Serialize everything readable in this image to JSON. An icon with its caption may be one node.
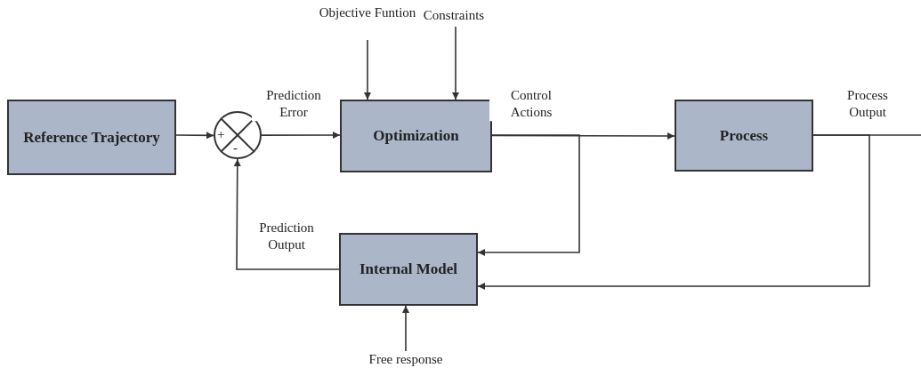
{
  "diagram": {
    "nodes": [
      {
        "text": [
          "Reference Trajectory"
        ]
      },
      {
        "text": [
          "+",
          "-"
        ]
      },
      {
        "text": [
          "Optimization"
        ]
      },
      {
        "text": [
          "Process"
        ]
      },
      {
        "text": [
          "Internal Model"
        ]
      },
      {
        "text": [
          "Objective Funtion"
        ]
      },
      {
        "text": [
          "Constraints"
        ]
      },
      {
        "text": [
          "Free response"
        ]
      }
    ],
    "edges": [
      {
        "from": 0,
        "to": 1,
        "arrow": "to"
      },
      {
        "from": 1,
        "to": 2,
        "arrow": "to",
        "label": "Prediction Error"
      },
      {
        "from": 2,
        "to": 3,
        "arrow": "to",
        "label": "Control Actions"
      },
      {
        "from": 2,
        "to": 4,
        "arrow": "to"
      },
      {
        "from": 3,
        "to": null,
        "arrow": "none",
        "label": "Process Output"
      },
      {
        "from": 3,
        "to": 4,
        "arrow": "to"
      },
      {
        "from": 4,
        "to": 1,
        "arrow": "to",
        "label": "Prediction Output"
      },
      {
        "from": 5,
        "to": 2,
        "arrow": "to"
      },
      {
        "from": 6,
        "to": 2,
        "arrow": "to"
      },
      {
        "from": 7,
        "to": 4,
        "arrow": "to"
      }
    ]
  }
}
